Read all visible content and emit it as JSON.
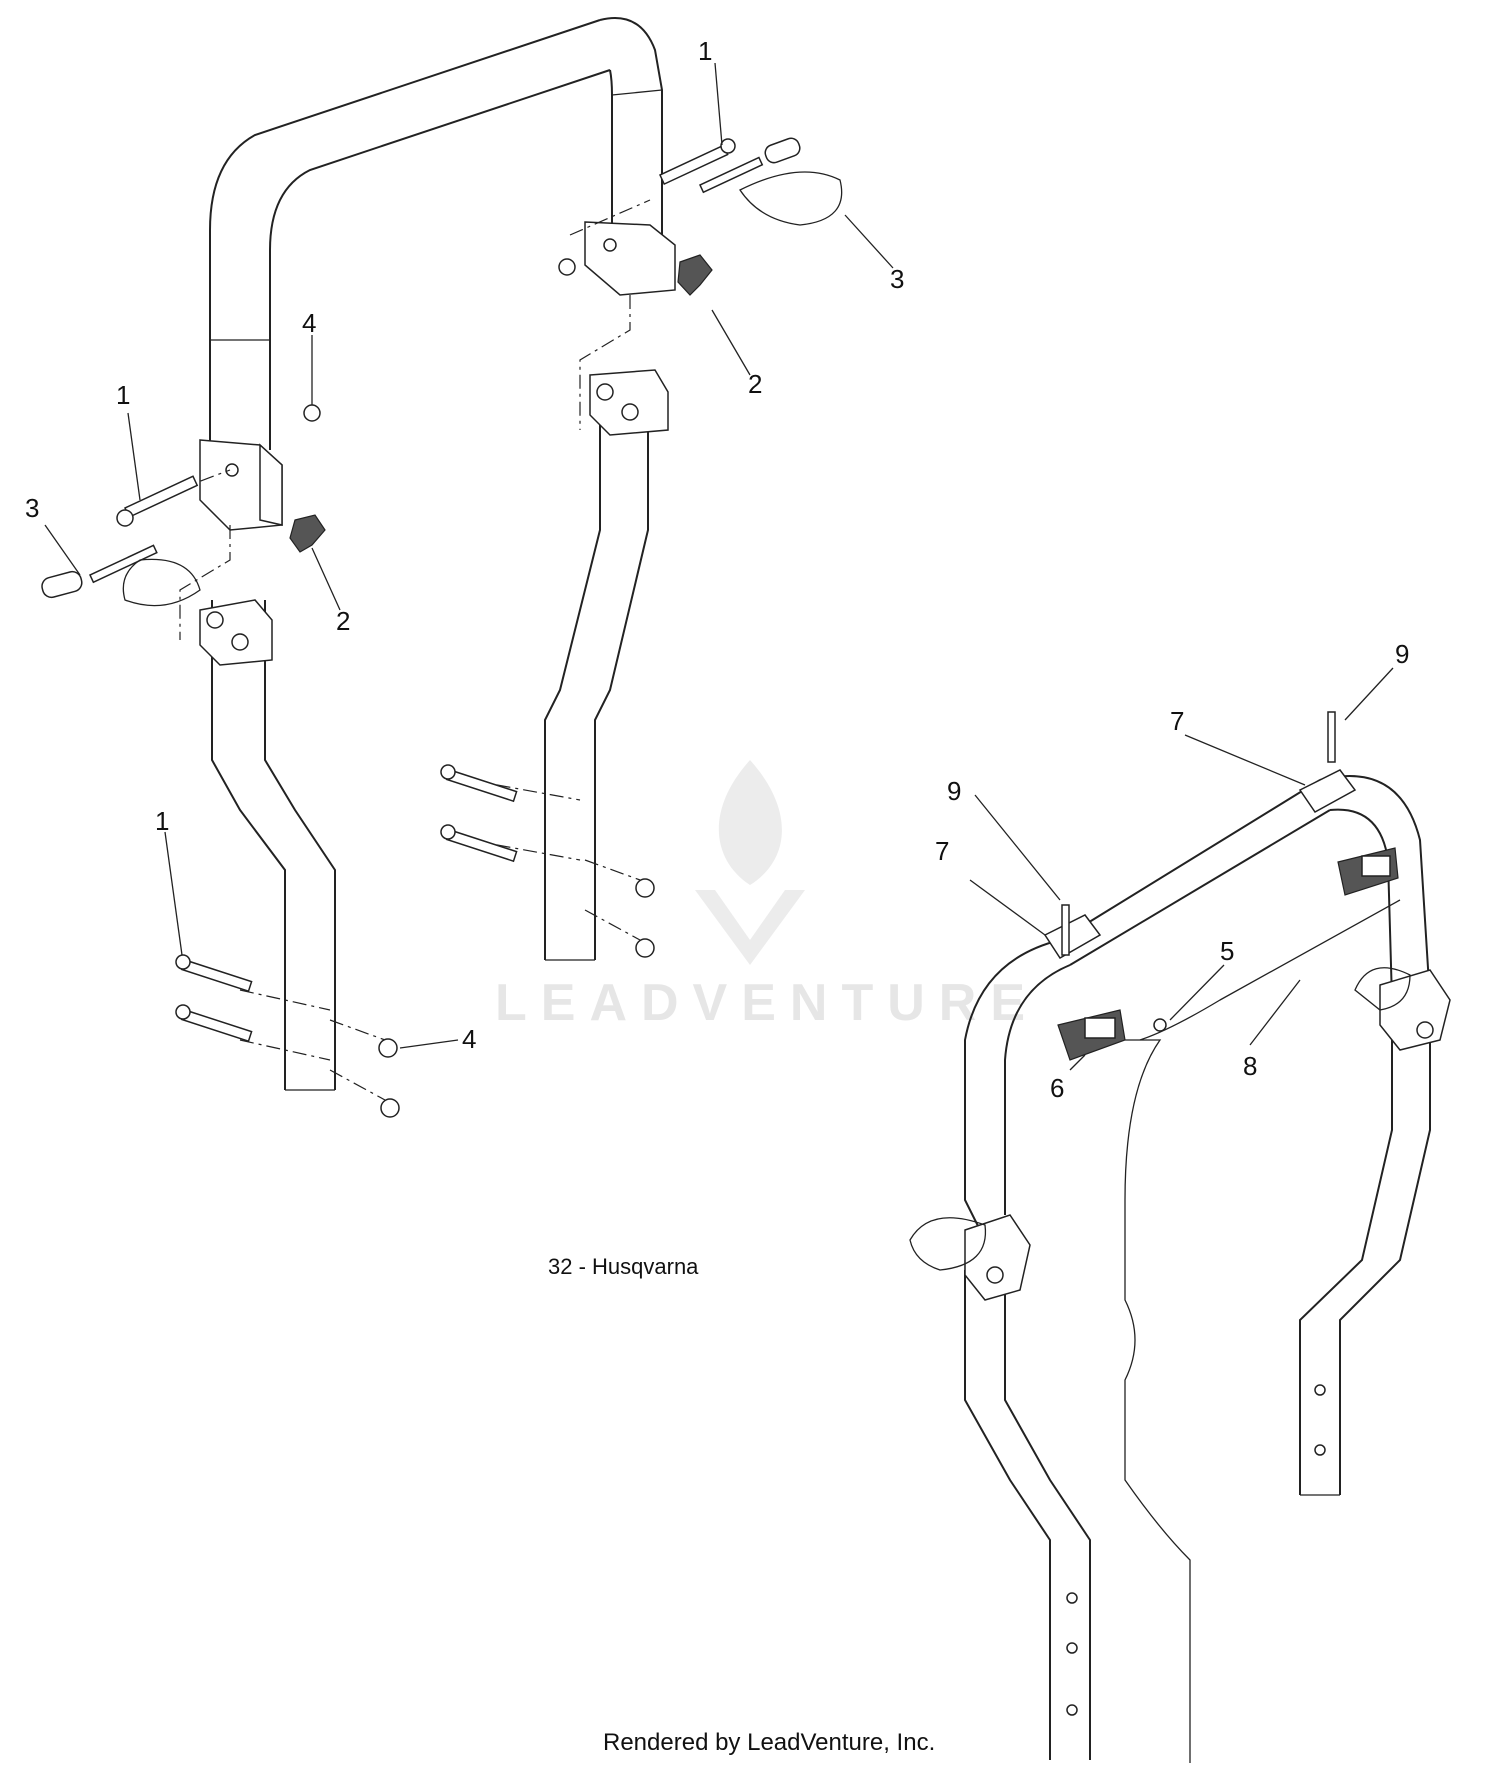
{
  "watermark": {
    "brand": "LEADVENTURE"
  },
  "caption": "32 - Husqvarna",
  "footer": "Rendered by LeadVenture, Inc.",
  "callouts": {
    "c1_top": "1",
    "c3_top": "3",
    "c2_top": "2",
    "c4_left": "4",
    "c1_left": "1",
    "c3_left": "3",
    "c2_left": "2",
    "c1_low": "1",
    "c4_low": "4",
    "c9_right": "9",
    "c7_right": "7",
    "c9_left": "9",
    "c7_left": "7",
    "c5": "5",
    "c6": "6",
    "c8": "8"
  }
}
